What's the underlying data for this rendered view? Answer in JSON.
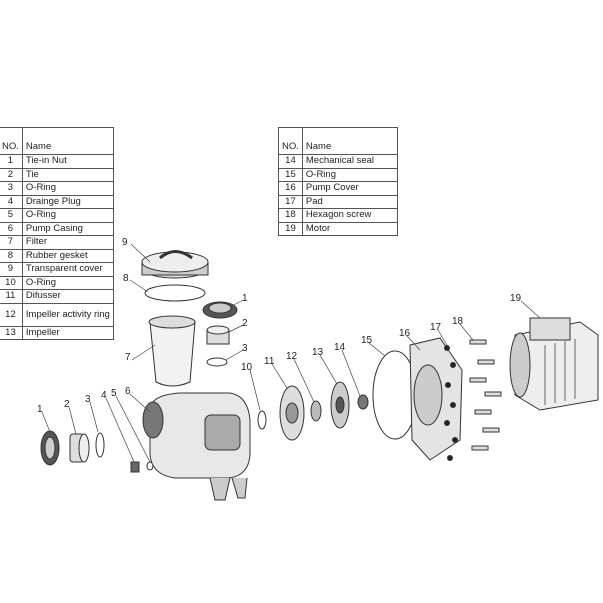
{
  "parts_table_left": {
    "header": {
      "no": "NO.",
      "name": "Name"
    },
    "rows": [
      {
        "no": "1",
        "name": "Tie-in Nut"
      },
      {
        "no": "2",
        "name": "Tie"
      },
      {
        "no": "3",
        "name": "O-Ring"
      },
      {
        "no": "4",
        "name": "Drainge Plug"
      },
      {
        "no": "5",
        "name": "O-Ring"
      },
      {
        "no": "6",
        "name": "Pump Casing"
      },
      {
        "no": "7",
        "name": "Filter"
      },
      {
        "no": "8",
        "name": "Rubber gesket"
      },
      {
        "no": "9",
        "name": "Transparent cover"
      },
      {
        "no": "10",
        "name": "O-Ring"
      },
      {
        "no": "11",
        "name": "Difusser"
      },
      {
        "no": "12",
        "name": "Impeller activity ring"
      },
      {
        "no": "13",
        "name": "Impeller"
      }
    ]
  },
  "parts_table_right": {
    "header": {
      "no": "NO.",
      "name": "Name"
    },
    "rows": [
      {
        "no": "14",
        "name": "Mechanical seal"
      },
      {
        "no": "15",
        "name": "O-Ring"
      },
      {
        "no": "16",
        "name": "Pump Cover"
      },
      {
        "no": "17",
        "name": "Pad"
      },
      {
        "no": "18",
        "name": "Hexagon screw"
      },
      {
        "no": "19",
        "name": "Motor"
      }
    ]
  },
  "callouts": [
    "1",
    "2",
    "3",
    "4",
    "5",
    "6",
    "7",
    "8",
    "9",
    "1",
    "2",
    "3",
    "10",
    "11",
    "12",
    "13",
    "14",
    "15",
    "16",
    "17",
    "18",
    "19"
  ]
}
